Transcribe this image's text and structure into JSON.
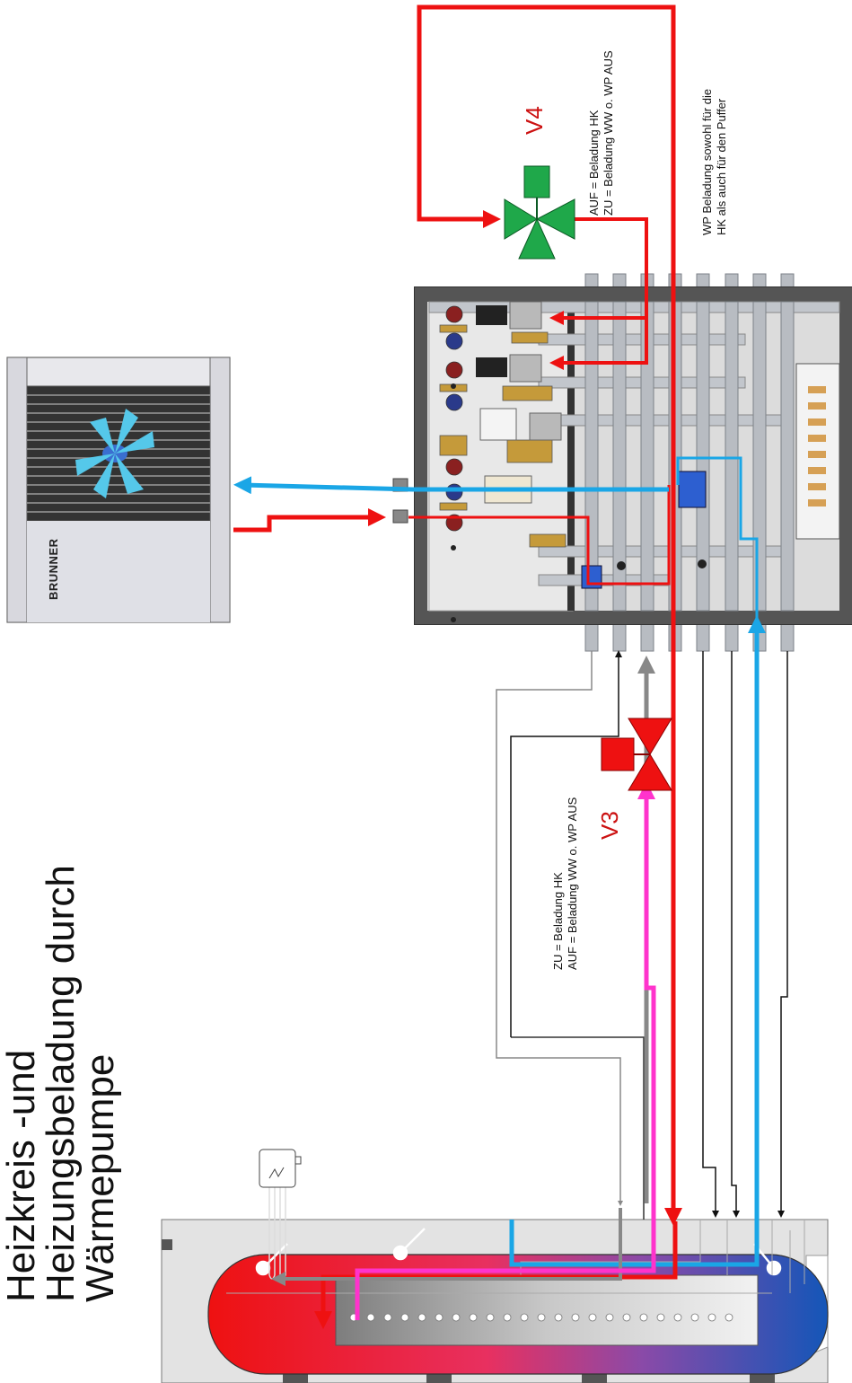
{
  "title": {
    "line1": "Heizkreis -und",
    "line2": "Heizungsbeladung durch",
    "line3": "Wärmepumpe"
  },
  "heat_pump": {
    "brand": "BRUNNER"
  },
  "valve_v3": {
    "label": "V3",
    "note_line1": "ZU  = Beladung HK",
    "note_line2": "AUF = Beladung WW o. WP AUS"
  },
  "valve_v4": {
    "label": "V4",
    "note_line1": "AUF = Beladung HK",
    "note_line2": "ZU = Beladung WW o. WP AUS"
  },
  "info_note": {
    "line1": "WP Beladung sowohl für die",
    "line2": "HK als auch für den Puffer"
  },
  "colors": {
    "hot_flow": "#ee1111",
    "cold_flow": "#1aa6e6",
    "mixed_flow": "#ff33cc",
    "return_line": "#888888",
    "valve_v3": "#ee1111",
    "valve_v4": "#1fa84a"
  }
}
